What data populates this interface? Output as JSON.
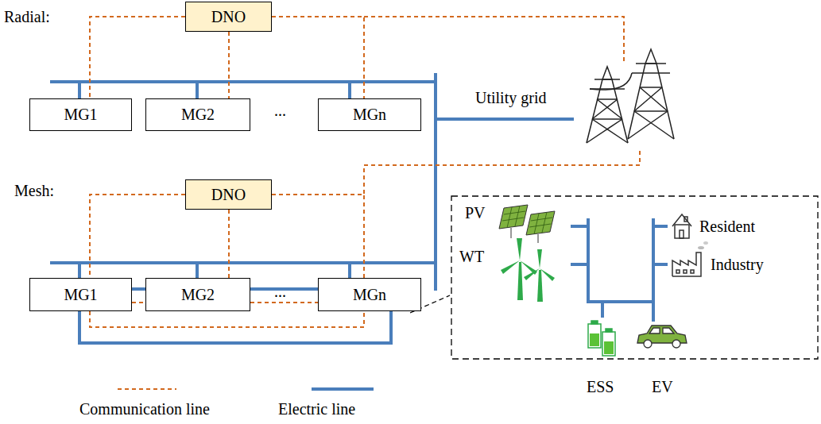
{
  "diagram": {
    "nodes": [
      {
        "text": [
          "DNO"
        ]
      },
      {
        "text": [
          "MG1"
        ]
      },
      {
        "text": [
          "MG2"
        ]
      },
      {
        "text": [
          "MGn"
        ]
      },
      {
        "text": [
          "DNO"
        ]
      },
      {
        "text": [
          "MG1"
        ]
      },
      {
        "text": [
          "MG2"
        ]
      },
      {
        "text": [
          "MGn"
        ]
      }
    ],
    "edges": [
      {
        "from": 0,
        "to": 1,
        "arrow": "none"
      },
      {
        "from": 0,
        "to": 2,
        "arrow": "none"
      },
      {
        "from": 0,
        "to": 3,
        "arrow": "none"
      },
      {
        "from": 4,
        "to": 5,
        "arrow": "none"
      },
      {
        "from": 4,
        "to": 6,
        "arrow": "none"
      },
      {
        "from": 4,
        "to": 7,
        "arrow": "none"
      },
      {
        "from": 5,
        "to": 6,
        "arrow": "none"
      },
      {
        "from": 5,
        "to": 6,
        "arrow": "none"
      },
      {
        "from": 6,
        "to": 7,
        "arrow": "none"
      },
      {
        "from": 6,
        "to": 7,
        "arrow": "none"
      },
      {
        "from": 5,
        "to": 7,
        "arrow": "none"
      },
      {
        "from": 5,
        "to": 7,
        "arrow": "none"
      }
    ],
    "labels": [
      "Radial:",
      "...",
      "Utility grid",
      "Mesh:",
      "...",
      "PV",
      "WT",
      "Resident",
      "Industry",
      "ESS",
      "EV"
    ],
    "legend": [
      {
        "text": "Communication line"
      },
      {
        "text": "Electric line"
      }
    ]
  }
}
